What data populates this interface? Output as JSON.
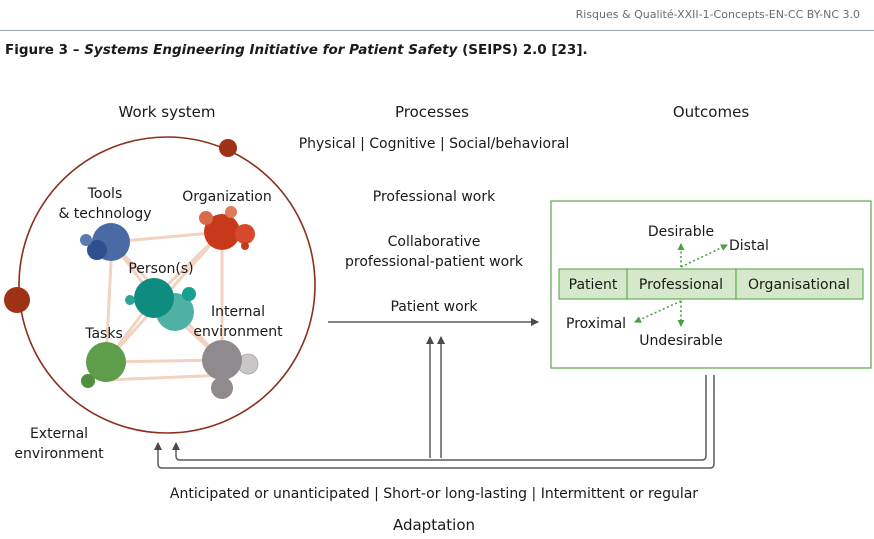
{
  "header": {
    "source": "Risques & Qualité-XXII-1-Concepts-EN-CC BY-NC 3.0"
  },
  "caption": {
    "prefix": "Figure 3 – ",
    "title": "Systems Engineering Initiative for Patient Safety",
    "suffix": " (SEIPS) 2.0 [23]."
  },
  "diagram": {
    "columns": {
      "work_system": "Work system",
      "processes": "Processes",
      "outcomes": "Outcomes"
    },
    "work_system": {
      "tools_line1": "Tools",
      "tools_line2": "& technology",
      "organization": "Organization",
      "persons": "Person(s)",
      "internal_line1": "Internal",
      "internal_line2": "environment",
      "tasks": "Tasks",
      "external_line1": "External",
      "external_line2": "environment"
    },
    "processes": {
      "types": "Physical | Cognitive | Social/behavioral",
      "professional": "Professional work",
      "collab_line1": "Collaborative",
      "collab_line2": "professional-patient work",
      "patient": "Patient work"
    },
    "outcomes": {
      "desirable": "Desirable",
      "distal": "Distal",
      "proximal": "Proximal",
      "undesirable": "Undesirable",
      "cells": [
        "Patient",
        "Professional",
        "Organisational"
      ]
    },
    "adaptation": {
      "qualifiers": "Anticipated or unanticipated | Short-or long-lasting | Intermittent or regular",
      "label": "Adaptation"
    },
    "colors": {
      "ring": "#8b2f1e",
      "dot": "#9e3216",
      "link": "#f2d2c0",
      "tools": "#4a6aa6",
      "tools_dark": "#2f4f8f",
      "organization": "#c8381b",
      "organization_light": "#d96a4a",
      "person": "#0e8c7f",
      "person_light": "#4fb0a4",
      "tasks": "#5e9e4a",
      "internal": "#8f8a8e",
      "internal_light": "#c9c6c8",
      "outcome_border": "#6aab5c",
      "outcome_fill": "#d5e8c9",
      "green_arrow": "#4f9e45",
      "arrow": "#5a5a5a"
    }
  }
}
